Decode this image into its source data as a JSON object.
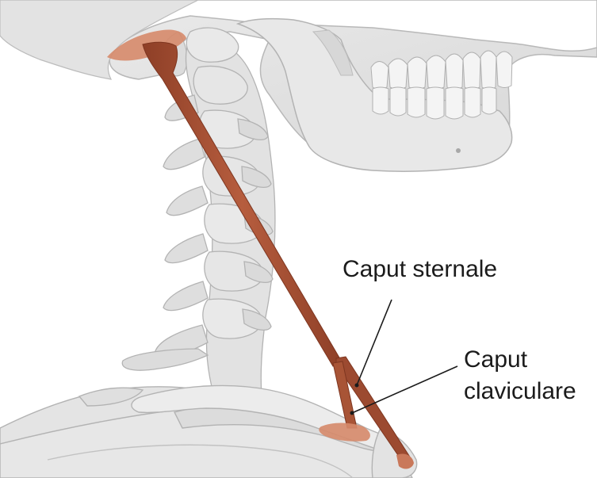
{
  "labels": {
    "caput_sternale": "Caput sternale",
    "caput_claviculare_line1": "Caput",
    "caput_claviculare_line2": "claviculare"
  },
  "colors": {
    "muscle": "#9c4a30",
    "muscle_light": "#c9785a",
    "insertion": "#d68a6a",
    "bone_fill": "#e6e6e6",
    "bone_shade": "#cdcdcd",
    "bone_outline": "#b3b3b3",
    "leader_line": "#1b1b1b"
  }
}
